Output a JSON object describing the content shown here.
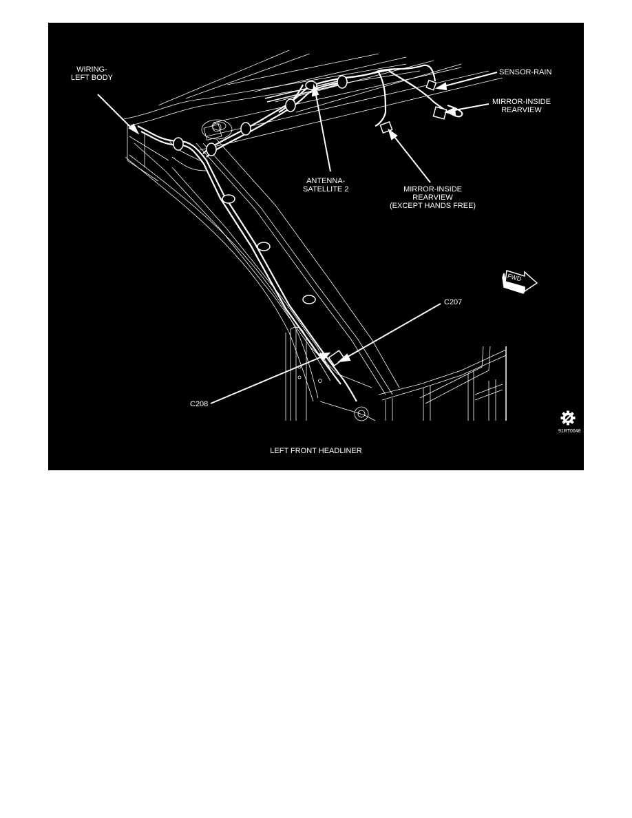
{
  "figure": {
    "caption": "LEFT FRONT HEADLINER",
    "figure_code": "91RT0048",
    "colors": {
      "background": "#000000",
      "line": "#ffffff",
      "page": "#ffffff"
    },
    "callouts": [
      {
        "id": "wiring-left-body",
        "text": "WIRING-\nLEFT BODY"
      },
      {
        "id": "sensor-rain",
        "text": "SENSOR-RAIN"
      },
      {
        "id": "mirror-inside-rearview",
        "text": "MIRROR-INSIDE\nREARVIEW"
      },
      {
        "id": "antenna-satellite-2",
        "text": "ANTENNA-\nSATELLITE 2"
      },
      {
        "id": "mirror-inside-rearview-except-hands-free",
        "text": "MIRROR-INSIDE\nREARVIEW\n(EXCEPT HANDS FREE)"
      },
      {
        "id": "c207",
        "text": "C207"
      },
      {
        "id": "c208",
        "text": "C208"
      }
    ],
    "direction_indicator": {
      "text": "FWD",
      "icon": "forward-arrow-icon"
    },
    "service_icon": "gear-service-icon"
  }
}
